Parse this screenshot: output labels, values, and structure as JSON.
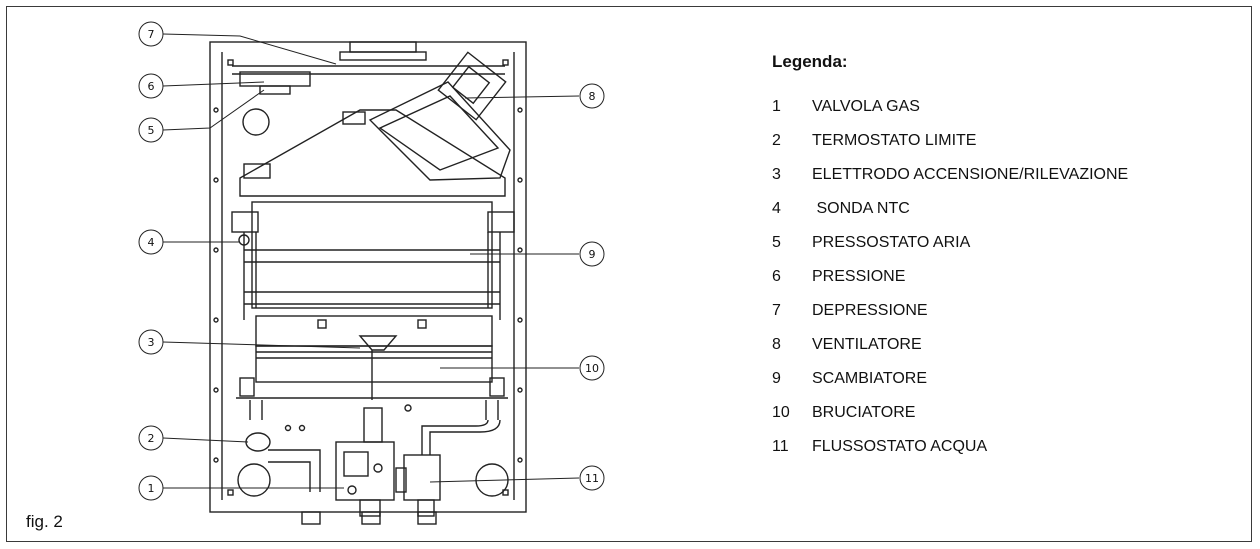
{
  "figure_label": "fig. 2",
  "legend": {
    "title": "Legenda:",
    "items": [
      {
        "number": "1",
        "label": "VALVOLA GAS"
      },
      {
        "number": "2",
        "label": "TERMOSTATO LIMITE"
      },
      {
        "number": "3",
        "label": "ELETTRODO ACCENSIONE/RILEVAZIONE"
      },
      {
        "number": "4",
        "label": " SONDA NTC"
      },
      {
        "number": "5",
        "label": "PRESSOSTATO ARIA"
      },
      {
        "number": "6",
        "label": "PRESSIONE"
      },
      {
        "number": "7",
        "label": "DEPRESSIONE"
      },
      {
        "number": "8",
        "label": "VENTILATORE"
      },
      {
        "number": "9",
        "label": "SCAMBIATORE"
      },
      {
        "number": "10",
        "label": "BRUCIATORE"
      },
      {
        "number": "11",
        "label": "FLUSSOSTATO ACQUA"
      }
    ]
  },
  "callouts": [
    "7",
    "6",
    "5",
    "4",
    "3",
    "2",
    "1",
    "8",
    "9",
    "10",
    "11"
  ]
}
